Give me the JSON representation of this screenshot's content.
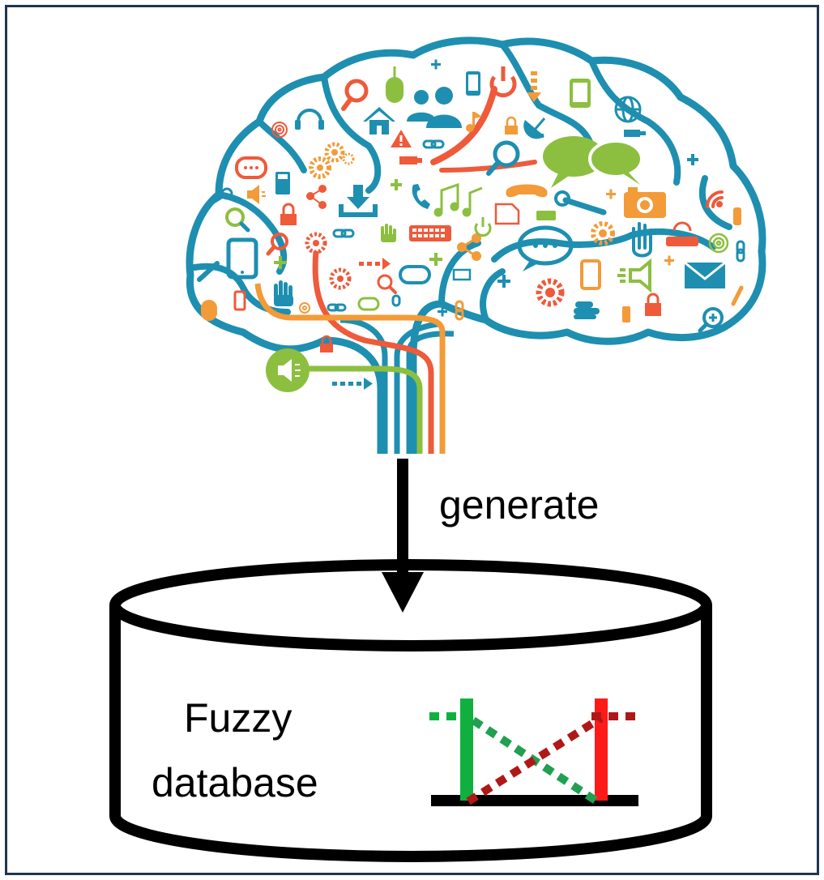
{
  "arrow_label": "generate",
  "database": {
    "label_line1": "Fuzzy",
    "label_line2": "database"
  },
  "colors": {
    "frame": "#1f3551",
    "brain_outline": "#1e8fb0",
    "orange": "#f29b38",
    "red_orange": "#ee5a3a",
    "green": "#8cbf3f",
    "teal": "#1e8fb0",
    "fuzzy_green": "#10b040",
    "fuzzy_red": "#ff1a1a",
    "fuzzy_dark_red": "#b01818",
    "fuzzy_light_green": "#20a050"
  },
  "icons": [
    "magnifier-icon",
    "mouse-icon",
    "users-icon",
    "power-icon",
    "phone-icon",
    "globe-icon",
    "headset-icon",
    "home-icon",
    "music-note-icon",
    "lock-icon",
    "satellite-icon",
    "gear-icon",
    "warning-icon",
    "link-icon",
    "usb-icon",
    "chat-bubbles-icon",
    "download-icon",
    "wrench-icon",
    "camera-icon",
    "speaker-icon",
    "hand-icon",
    "keyboard-icon",
    "share-icon",
    "envelope-icon",
    "wifi-icon",
    "plus-icon",
    "arrow-icon"
  ]
}
